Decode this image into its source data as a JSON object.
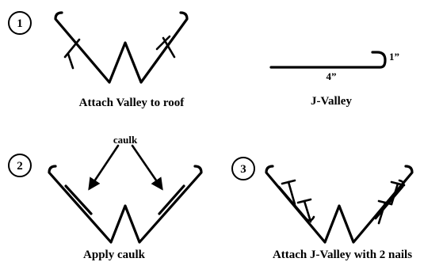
{
  "steps": [
    {
      "number": "1",
      "caption": "Attach Valley to roof"
    },
    {
      "number": "2",
      "caption": "Apply caulk",
      "annotation": "caulk"
    },
    {
      "number": "3",
      "caption": "Attach J-Valley with 2 nails"
    }
  ],
  "jvalley": {
    "caption": "J-Valley",
    "length_label": "4”",
    "hem_label": "1”"
  }
}
